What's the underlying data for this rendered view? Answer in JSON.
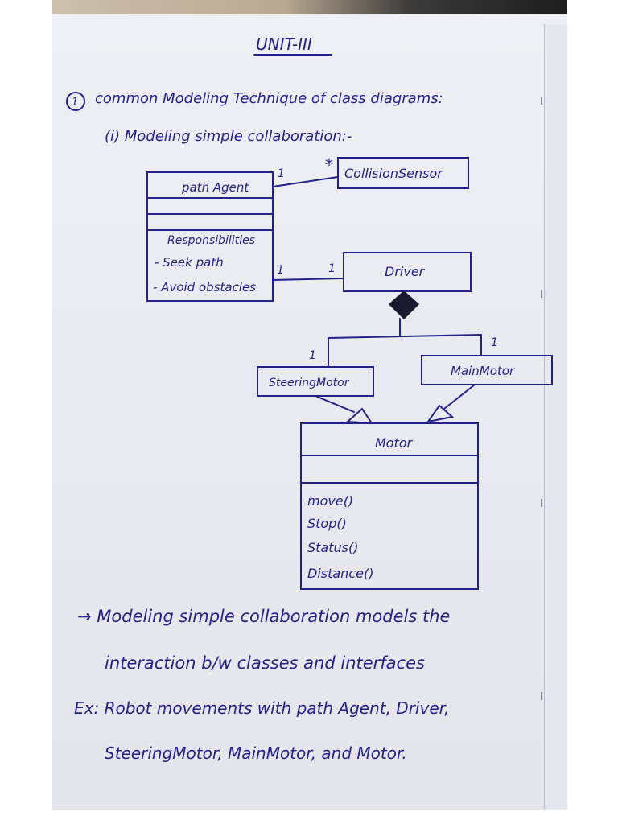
{
  "unit_heading": "UNIT-III",
  "question_number": "1",
  "main_heading": "common Modeling Technique of class diagrams:",
  "sub_heading": "(i) Modeling simple collaboration:-",
  "classes": {
    "path_agent": {
      "name": "path Agent",
      "section_title": "Responsibilities",
      "responsibilities": [
        "- Seek path",
        "- Avoid obstacles"
      ]
    },
    "collision_sensor": {
      "name": "CollisionSensor"
    },
    "driver": {
      "name": "Driver"
    },
    "steering_motor": {
      "name": "SteeringMotor"
    },
    "main_motor": {
      "name": "MainMotor"
    },
    "motor": {
      "name": "Motor",
      "operations": [
        "move()",
        "Stop()",
        "Status()",
        "Distance()"
      ]
    }
  },
  "multiplicities": {
    "agent_sensor_left": "1",
    "agent_sensor_right": "*",
    "agent_driver_left": "1",
    "agent_driver_right": "1",
    "driver_steering": "1",
    "driver_main": "1"
  },
  "notes": {
    "line1": "→ Modeling simple collaboration models the",
    "line2": "interaction b/w classes and interfaces",
    "line3": "Ex: Robot movements with path Agent, Driver,",
    "line4": "SteeringMotor, MainMotor, and Motor."
  },
  "colors": {
    "ink": "#23208a",
    "paper": "#eceef3"
  }
}
